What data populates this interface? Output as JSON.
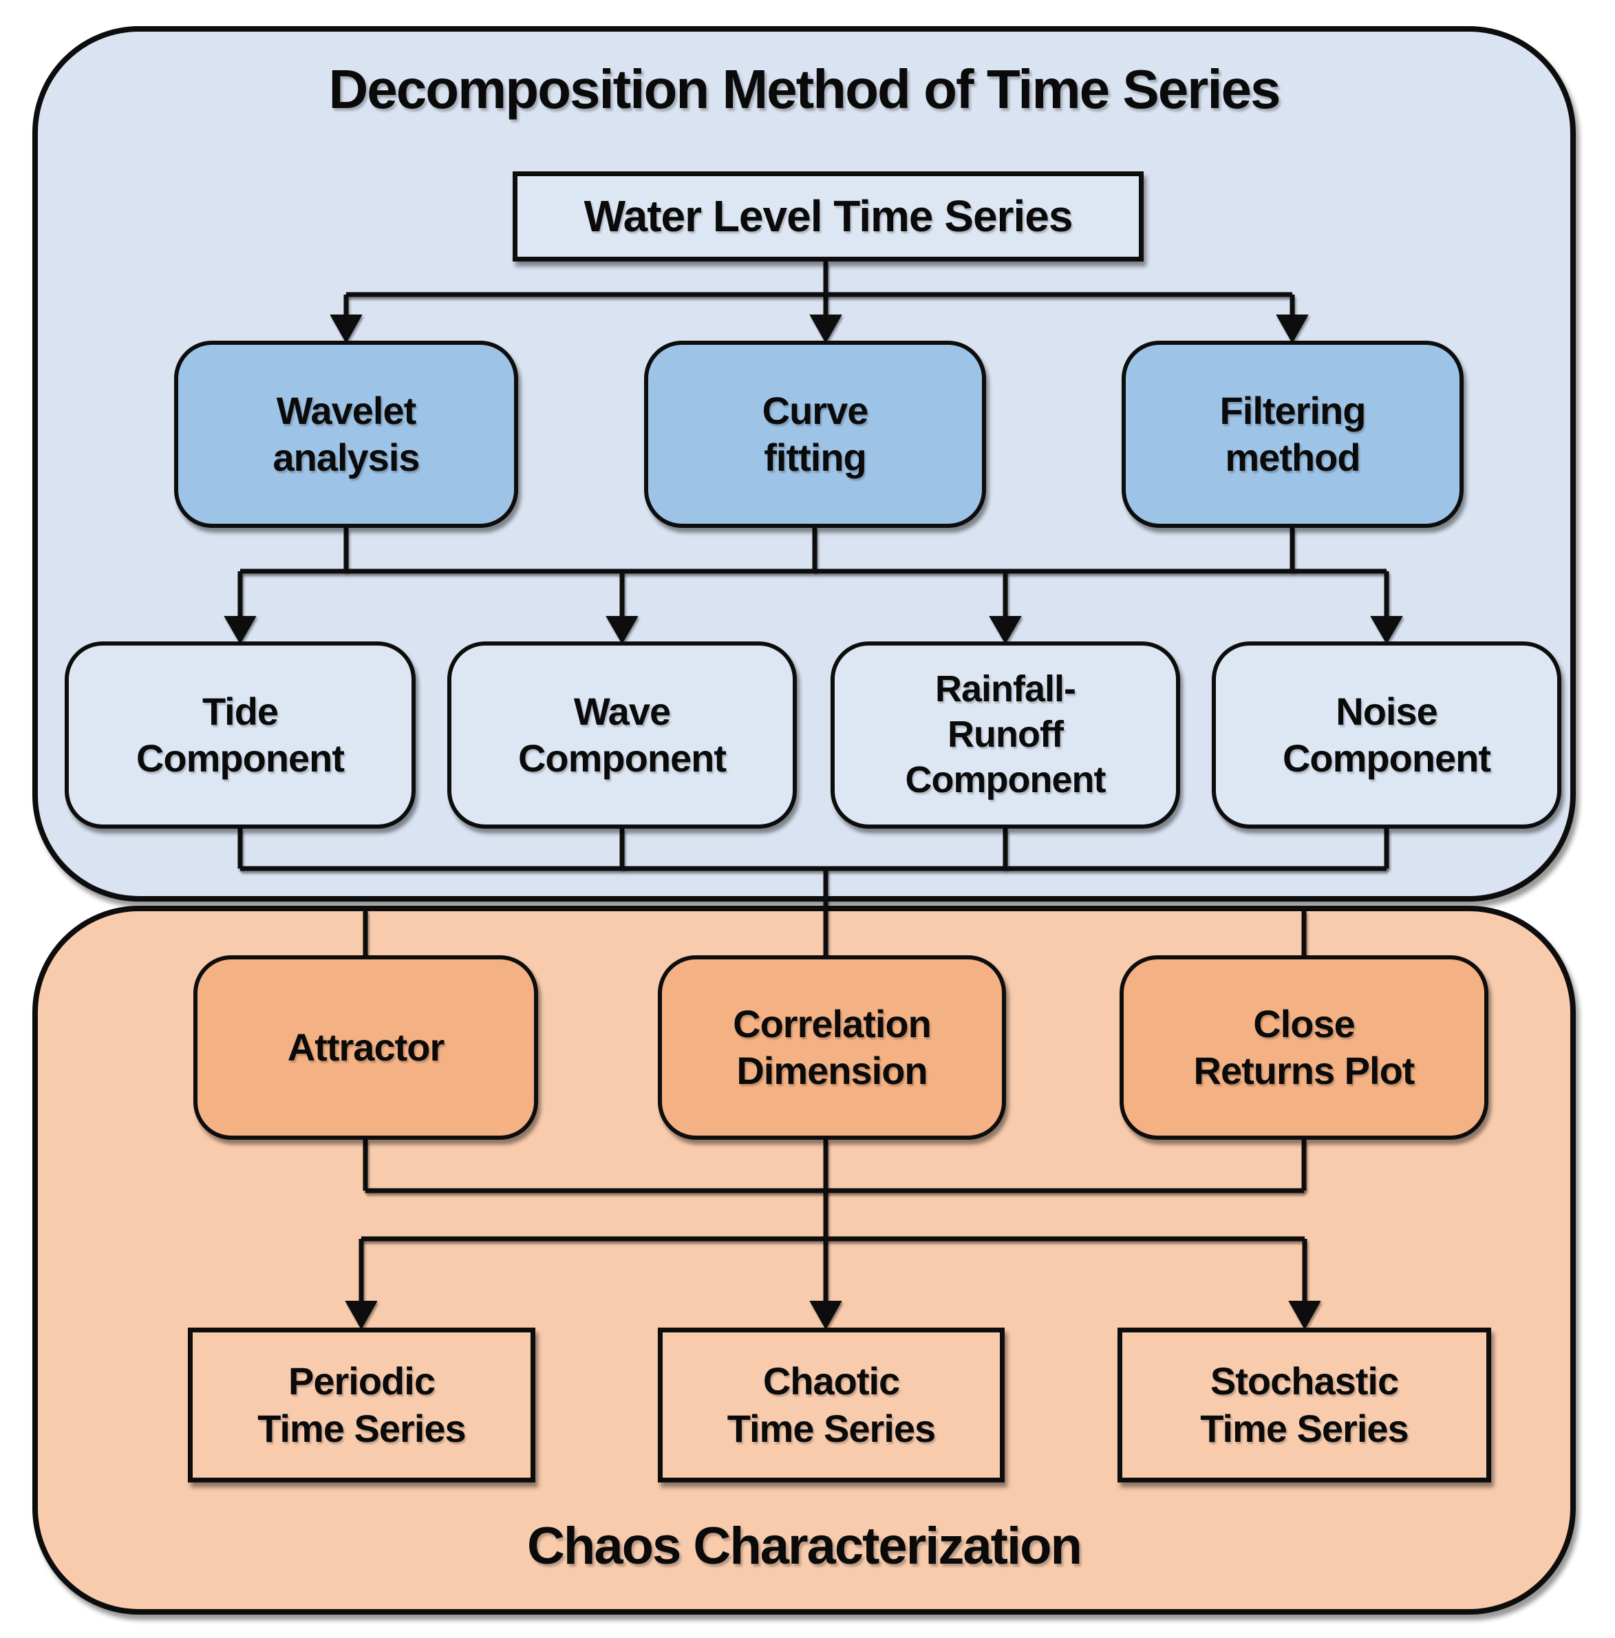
{
  "top_section": {
    "title": "Decomposition Method of Time Series",
    "source_box": {
      "label": "Water Level Time Series"
    },
    "method_boxes": [
      {
        "label": "Wavelet\nanalysis"
      },
      {
        "label": "Curve\nfitting"
      },
      {
        "label": "Filtering\nmethod"
      }
    ],
    "component_boxes": [
      {
        "label": "Tide\nComponent"
      },
      {
        "label": "Wave\nComponent"
      },
      {
        "label": "Rainfall-\nRunoff\nComponent"
      },
      {
        "label": "Noise\nComponent"
      }
    ]
  },
  "bottom_section": {
    "title": "Chaos Characterization",
    "analysis_boxes": [
      {
        "label": "Attractor"
      },
      {
        "label": "Correlation\nDimension"
      },
      {
        "label": "Close\nReturns Plot"
      }
    ],
    "result_boxes": [
      {
        "label": "Periodic\nTime Series"
      },
      {
        "label": "Chaotic\nTime Series"
      },
      {
        "label": "Stochastic\nTime Series"
      }
    ]
  },
  "colors": {
    "page-bg": "#ffffff",
    "blue-container-bg": "#dae3f1",
    "blue-box-bg": "#9dc3e6",
    "light-box-bg": "#dde7f4",
    "orange-container-bg": "#f8cbad",
    "orange-box-bg": "#f4b183",
    "line-color": "#0d0d0d"
  }
}
